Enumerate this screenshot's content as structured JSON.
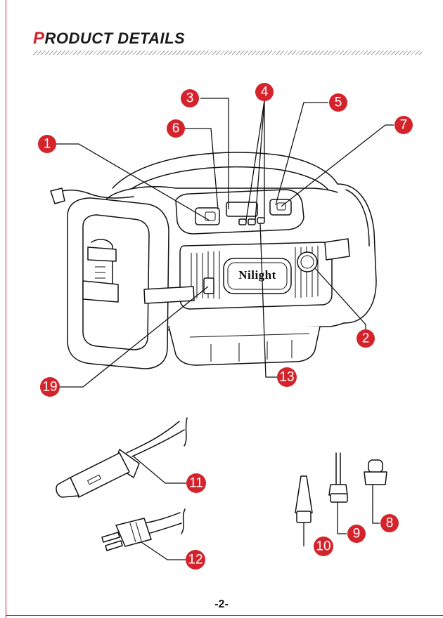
{
  "header": {
    "title_first": "P",
    "title_rest": "RODUCT DETAILS"
  },
  "device": {
    "brand": "Nilight"
  },
  "callouts": [
    "1",
    "2",
    "3",
    "4",
    "5",
    "6",
    "7",
    "8",
    "9",
    "10",
    "11",
    "12",
    "13",
    "19"
  ],
  "footer": {
    "page_number": "-2-"
  },
  "colors": {
    "accent": "#d5232c",
    "ink": "#111111"
  }
}
